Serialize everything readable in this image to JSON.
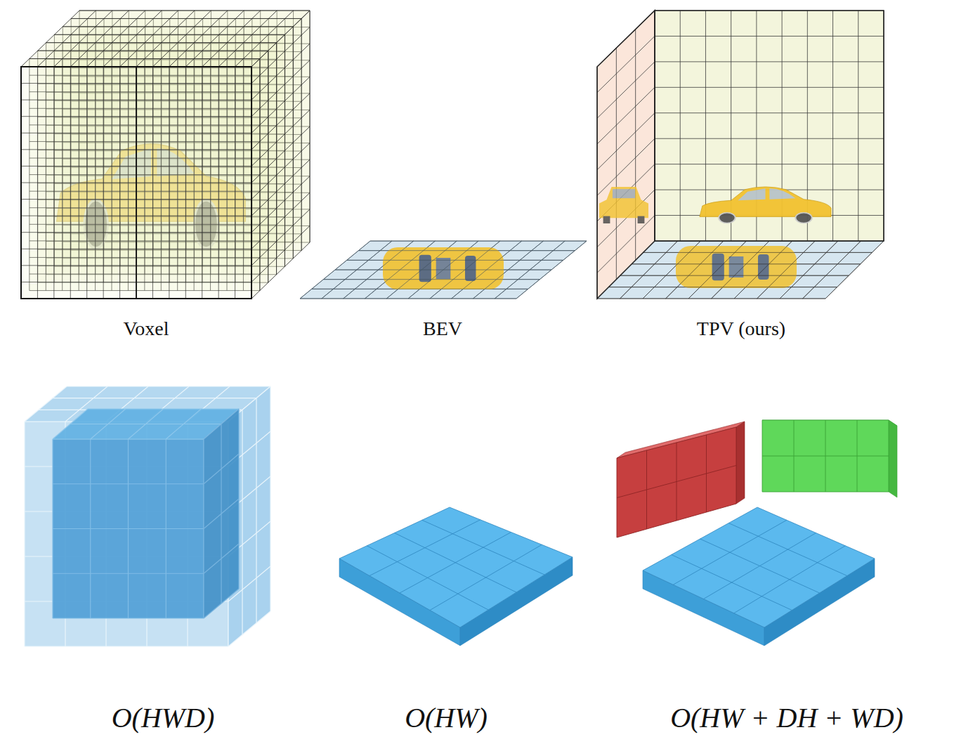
{
  "diagram": {
    "labels": [
      "Voxel",
      "BEV",
      "TPV (ours)",
      "O(HWD)",
      "O(HW)",
      "O(HW + DH + WD)"
    ]
  }
}
